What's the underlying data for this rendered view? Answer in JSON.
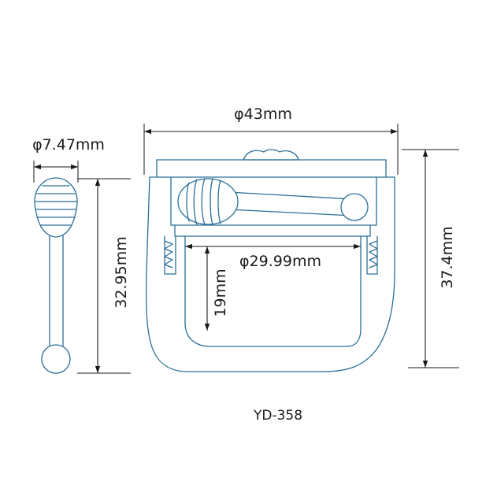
{
  "drawing": {
    "model": "YD-358",
    "dimensions": {
      "overall_width": "φ43mm",
      "overall_height": "37.4mm",
      "inner_width": "φ29.99mm",
      "inner_depth": "19mm",
      "pin_diameter": "φ7.47mm",
      "pin_length": "32.95mm"
    },
    "colors": {
      "part_outline": "#2a6f97",
      "dimension_lines": "#1a1a1a"
    }
  }
}
